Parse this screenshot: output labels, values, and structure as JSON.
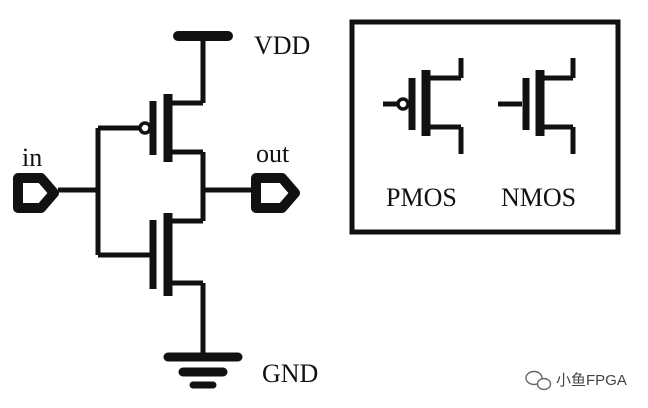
{
  "labels": {
    "vdd": "VDD",
    "gnd": "GND",
    "input": "in",
    "output": "out"
  },
  "legend": {
    "pmos": "PMOS",
    "nmos": "NMOS"
  },
  "watermark": {
    "text": "小鱼FPGA",
    "icon": "wechat-icon"
  },
  "colors": {
    "stroke": "#111111",
    "background": "#ffffff",
    "watermark": "#444444"
  }
}
